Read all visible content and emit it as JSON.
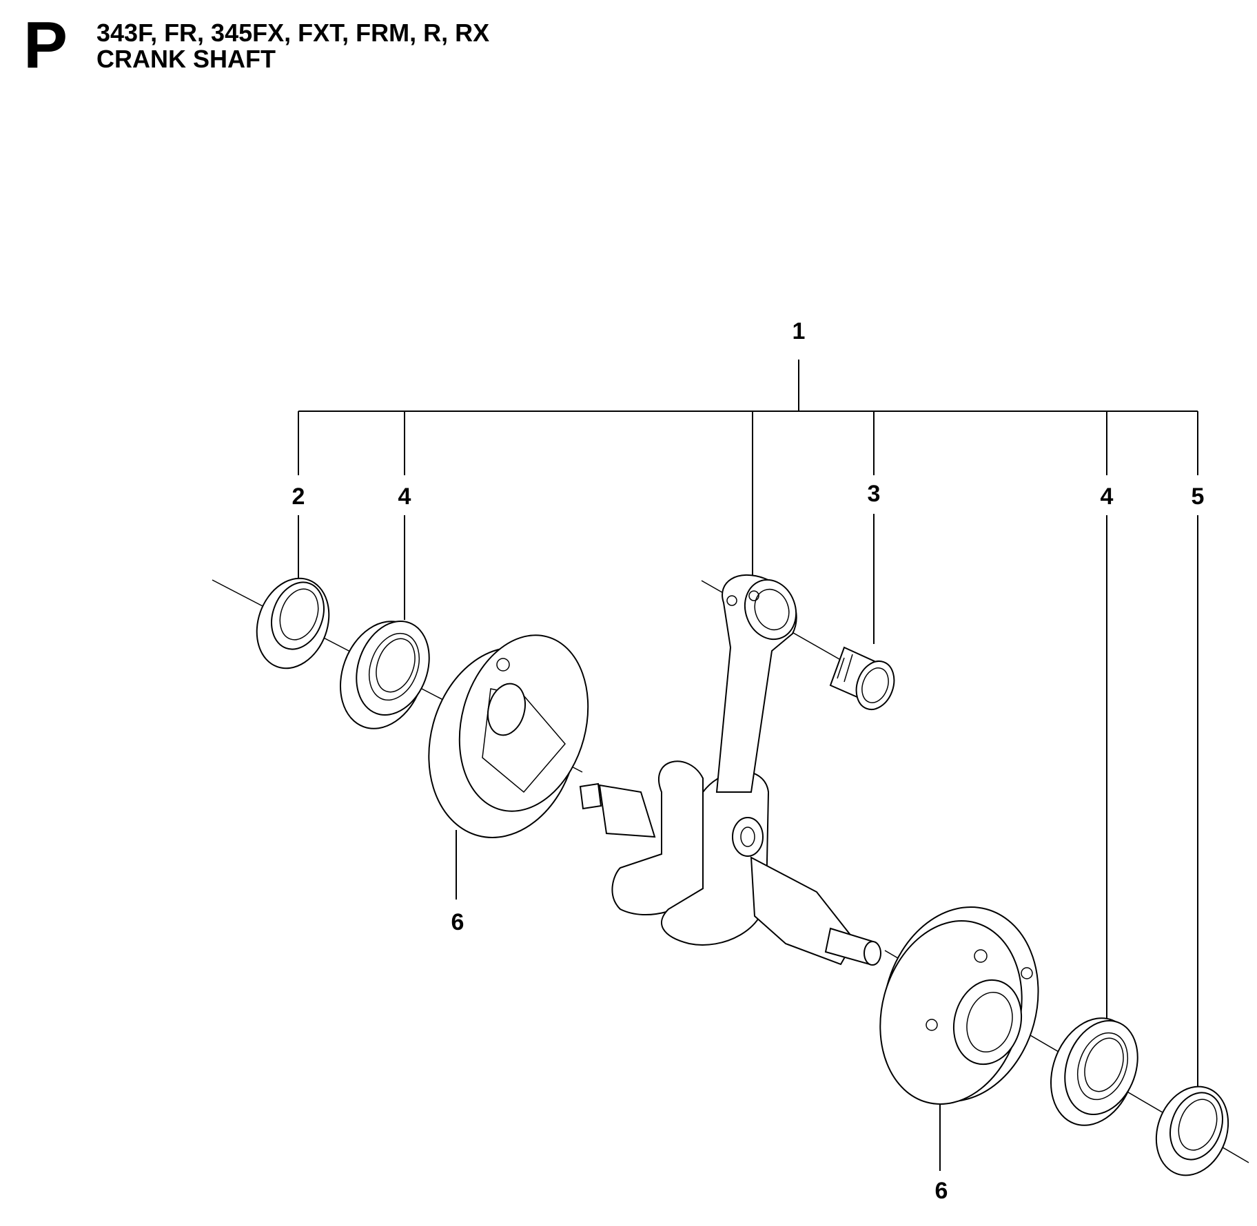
{
  "header": {
    "section_letter": "P",
    "models": "343F, FR, 345FX, FXT, FRM, R, RX",
    "title": "CRANK SHAFT"
  },
  "callouts": [
    {
      "id": "callout-1",
      "label": "1"
    },
    {
      "id": "callout-2",
      "label": "2"
    },
    {
      "id": "callout-4-left",
      "label": "4"
    },
    {
      "id": "callout-3",
      "label": "3"
    },
    {
      "id": "callout-4-right",
      "label": "4"
    },
    {
      "id": "callout-5",
      "label": "5"
    },
    {
      "id": "callout-6-left",
      "label": "6"
    },
    {
      "id": "callout-6-right",
      "label": "6"
    }
  ]
}
